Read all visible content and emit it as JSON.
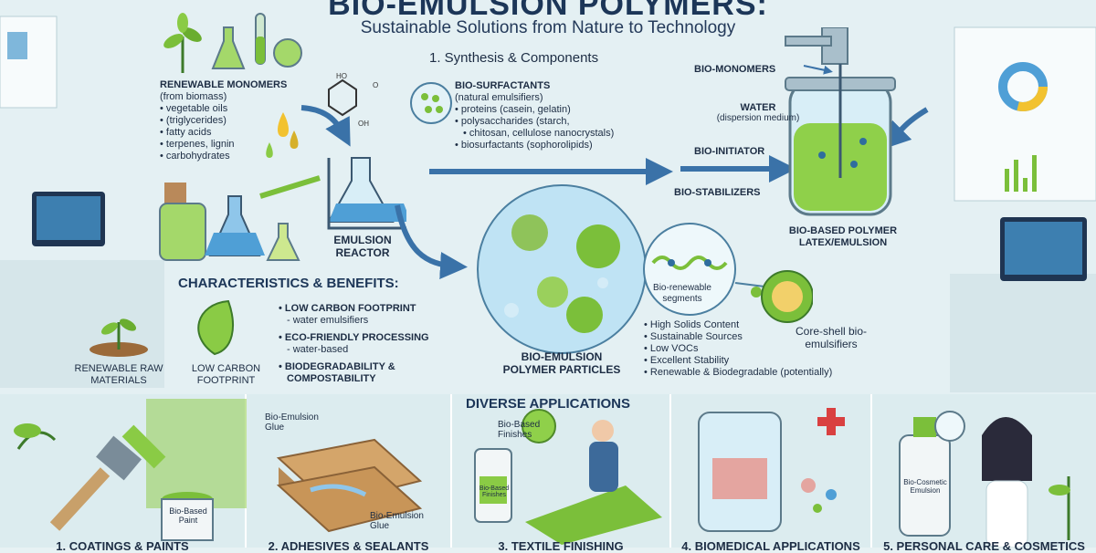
{
  "header": {
    "title": "BIO-EMULSION POLYMERS:",
    "subtitle": "Sustainable Solutions from Nature to Technology"
  },
  "synthesis": {
    "heading": "1. Synthesis & Components",
    "monomers": {
      "title": "RENEWABLE MONOMERS",
      "subtitle": "(from biomass)",
      "items": [
        "vegetable oils",
        "(triglycerides)",
        "fatty acids",
        "terpenes, lignin",
        "carbohydrates"
      ]
    },
    "surfactants": {
      "title": "BIO-SURFACTANTS",
      "subtitle": "(natural emulsifiers)",
      "items": [
        "proteins (casein, gelatin)",
        "polysaccharides (starch,",
        "chitosan, cellulose nanocrystals)",
        "biosurfactants (sophorolipids)"
      ]
    },
    "reactor_label": "EMULSION REACTOR",
    "inputs": [
      "BIO-MONOMERS",
      "WATER",
      "(dispersion medium)",
      "BIO-INITIATOR",
      "BIO-STABILIZERS"
    ],
    "product_label": "BIO-BASED POLYMER LATEX/EMULSION"
  },
  "characteristics": {
    "heading": "CHARACTERISTICS & BENEFITS:",
    "icons": [
      "RENEWABLE RAW MATERIALS",
      "LOW CARBON FOOTPRINT"
    ],
    "benefits": [
      {
        "title": "LOW CARBON FOOTPRINT",
        "note": "- water emulsifiers"
      },
      {
        "title": "ECO-FRIENDLY PROCESSING",
        "note": "- water-based"
      },
      {
        "title": "BIODEGRADABILITY & COMPOSTABILITY",
        "note": ""
      }
    ]
  },
  "particles": {
    "label": "BIO-EMULSION POLYMER PARTICLES",
    "segment_label": "Bio-renewable segments",
    "core_shell": "Core-shell bio-emulsifiers",
    "properties": [
      "High Solids Content",
      "Sustainable Sources",
      "Low VOCs",
      "Excellent Stability",
      "Renewable & Biodegradable (potentially)"
    ]
  },
  "applications": {
    "heading": "DIVERSE APPLICATIONS",
    "panels": [
      {
        "caption": "1. COATINGS & PAINTS",
        "tag": "Bio-Based Paint"
      },
      {
        "caption": "2. ADHESIVES & SEALANTS",
        "tag": "Bio-Emulsion Glue",
        "tag2": "Bio-Emulsion Glue"
      },
      {
        "caption": "3. TEXTILE FINISHING",
        "tag": "Bio-Based Finishes",
        "tag2": "Bio-Based Finishes"
      },
      {
        "caption": "4. BIOMEDICAL APPLICATIONS",
        "tag": ""
      },
      {
        "caption": "5. PERSONAL CARE & COSMETICS",
        "tag": "Bio-Cosmetic Emulsion"
      }
    ]
  },
  "colors": {
    "accent": "#7bbf3a",
    "navy": "#1c3658",
    "water": "#4f9fd6",
    "bg": "#e7f2f4"
  }
}
